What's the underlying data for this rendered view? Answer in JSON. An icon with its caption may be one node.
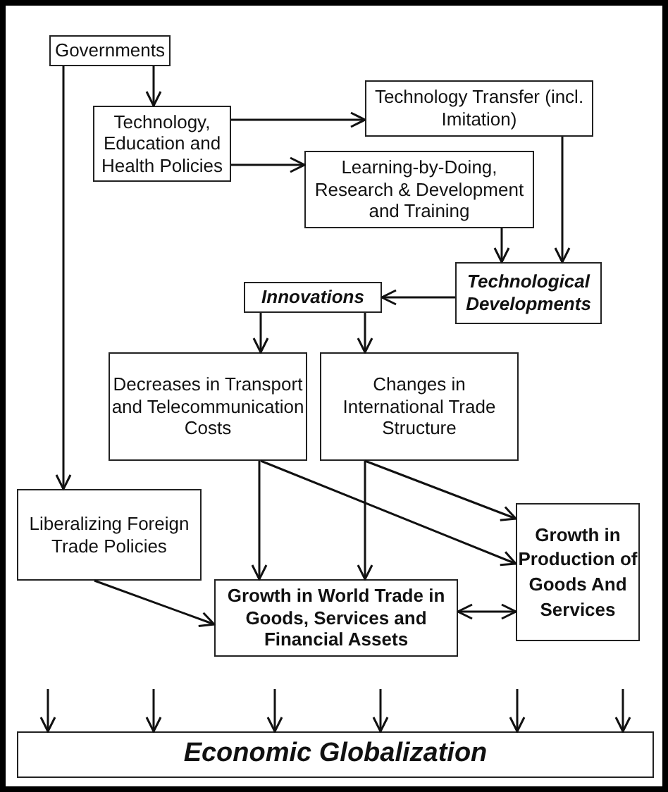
{
  "diagram": {
    "nodes": [
      {
        "text": [
          "Governments"
        ]
      },
      {
        "text": [
          "Technology, Education and Health Policies"
        ]
      },
      {
        "text": [
          "Technology Transfer (incl. Imitation)"
        ]
      },
      {
        "text": [
          "Learning-by-Doing, Research & Development and Training"
        ]
      },
      {
        "text": [
          "Technological Developments"
        ]
      },
      {
        "text": [
          "Innovations"
        ]
      },
      {
        "text": [
          "Decreases in Transport and Telecommunication Costs"
        ]
      },
      {
        "text": [
          "Changes in International Trade Structure"
        ]
      },
      {
        "text": [
          "Liberalizing Foreign Trade Policies"
        ]
      },
      {
        "text": [
          "Growth in World Trade in Goods, Services and Financial Assets"
        ]
      },
      {
        "text": [
          "Growth in Production of Goods And Services"
        ]
      },
      {
        "text": [
          "Economic Globalization"
        ]
      }
    ],
    "edges": [
      {
        "from": 0,
        "to": 1,
        "arrow": "to"
      },
      {
        "from": 0,
        "to": 8,
        "arrow": "to"
      },
      {
        "from": 1,
        "to": 2,
        "arrow": "to"
      },
      {
        "from": 1,
        "to": 3,
        "arrow": "to"
      },
      {
        "from": 3,
        "to": 4,
        "arrow": "to"
      },
      {
        "from": 2,
        "to": 4,
        "arrow": "to"
      },
      {
        "from": 4,
        "to": 5,
        "arrow": "to"
      },
      {
        "from": 5,
        "to": 6,
        "arrow": "to"
      },
      {
        "from": 5,
        "to": 7,
        "arrow": "to"
      },
      {
        "from": 6,
        "to": 9,
        "arrow": "to"
      },
      {
        "from": 6,
        "to": 10,
        "arrow": "to"
      },
      {
        "from": 7,
        "to": 9,
        "arrow": "to"
      },
      {
        "from": 7,
        "to": 10,
        "arrow": "to"
      },
      {
        "from": 8,
        "to": 9,
        "arrow": "to"
      },
      {
        "from": 9,
        "to": 10,
        "arrow": "both"
      },
      {
        "from": null,
        "to": 11,
        "arrow": "to"
      },
      {
        "from": null,
        "to": 11,
        "arrow": "to"
      },
      {
        "from": null,
        "to": 11,
        "arrow": "to"
      },
      {
        "from": null,
        "to": 11,
        "arrow": "to"
      },
      {
        "from": null,
        "to": 11,
        "arrow": "to"
      },
      {
        "from": null,
        "to": 11,
        "arrow": "to"
      }
    ]
  }
}
